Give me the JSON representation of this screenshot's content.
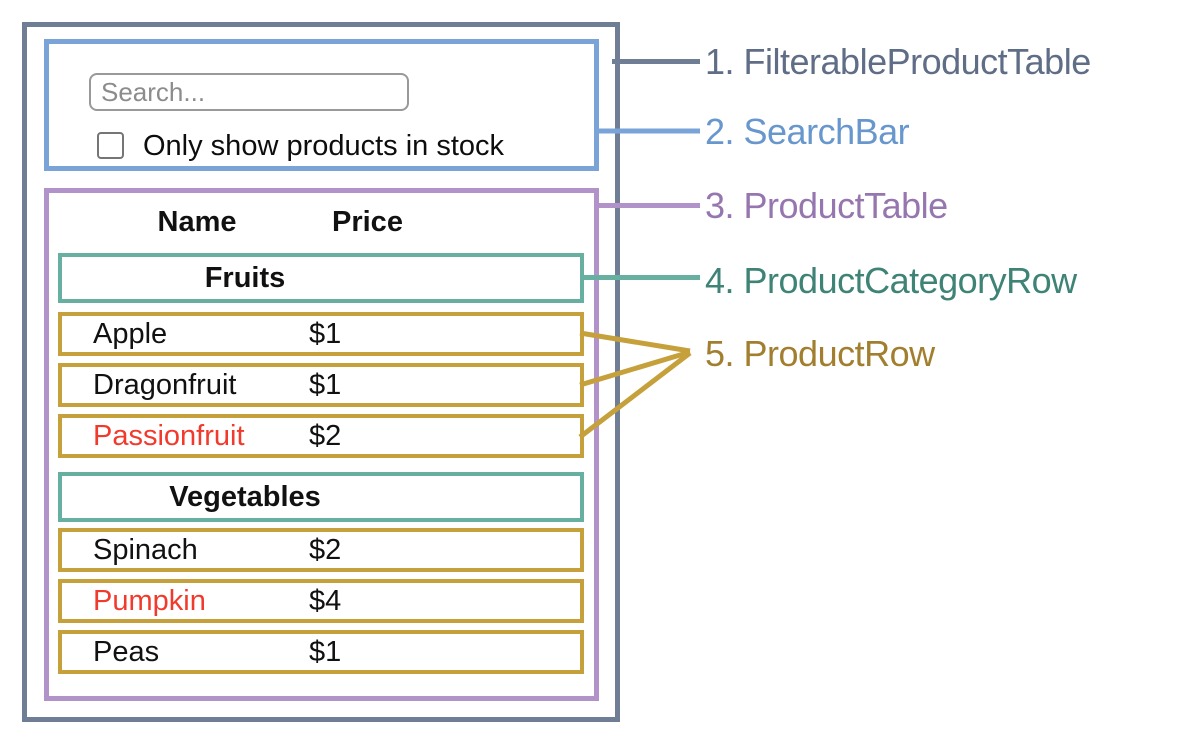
{
  "colors": {
    "slate_line": "#707e95",
    "slate_text": "#5f6d86",
    "blue_line": "#7aa4d8",
    "blue_text": "#6797cd",
    "purple_line": "#b293c9",
    "purple_text": "#9676ae",
    "teal_line": "#67b0a1",
    "teal_text": "#3e8376",
    "gold_line": "#c6a03b",
    "gold_text": "#a17f2e",
    "red_text": "#f23a2c"
  },
  "search_bar": {
    "placeholder": "Search...",
    "input_value": "",
    "checkbox_label": "Only show products in stock",
    "checkbox_checked": false
  },
  "product_table": {
    "name_header": "Name",
    "price_header": "Price",
    "sections": [
      {
        "category": "Fruits",
        "rows": [
          {
            "name": "Apple",
            "price": "$1",
            "name_color": "#111111"
          },
          {
            "name": "Dragonfruit",
            "price": "$1",
            "name_color": "#111111"
          },
          {
            "name": "Passionfruit",
            "price": "$2",
            "name_color": "#f23a2c"
          }
        ]
      },
      {
        "category": "Vegetables",
        "rows": [
          {
            "name": "Spinach",
            "price": "$2",
            "name_color": "#111111"
          },
          {
            "name": "Pumpkin",
            "price": "$4",
            "name_color": "#f23a2c"
          },
          {
            "name": "Peas",
            "price": "$1",
            "name_color": "#111111"
          }
        ]
      }
    ]
  },
  "legend": [
    {
      "text": "1. FilterableProductTable",
      "color": "#5f6d86"
    },
    {
      "text": "2. SearchBar",
      "color": "#6797cd"
    },
    {
      "text": "3. ProductTable",
      "color": "#9676ae"
    },
    {
      "text": "4. ProductCategoryRow",
      "color": "#3e8376"
    },
    {
      "text": "5. ProductRow",
      "color": "#a17f2e"
    }
  ]
}
